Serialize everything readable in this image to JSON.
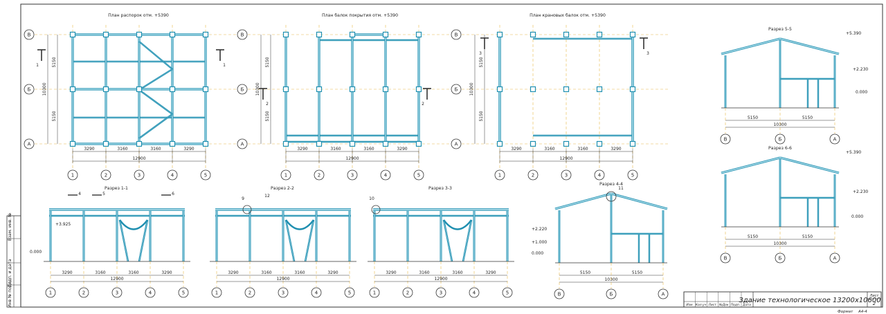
{
  "titles": {
    "plan1": "План распорок отм. +5390",
    "plan2": "План балок покрытия отм. +5390",
    "plan3": "План крановых балок отм. +5390",
    "sec11": "Разрез 1-1",
    "sec22": "Разрез 2-2",
    "sec33": "Разрез 3-3",
    "sec44": "Разрез 4-4",
    "sec55": "Разрез 5-5",
    "sec66": "Разрез 6-6"
  },
  "rows": [
    "В",
    "Б",
    "А"
  ],
  "cols": [
    "1",
    "2",
    "3",
    "4",
    "5"
  ],
  "dims": {
    "spans": [
      "3290",
      "3160",
      "3160",
      "3290"
    ],
    "total": "12900",
    "half": "5150",
    "width": "10300"
  },
  "levels": {
    "top": "+5.390",
    "crane": "+2.230",
    "zero": "0.000",
    "s1": "+3.925",
    "s4a": "+2.220",
    "s4b": "+1.000",
    "s4c": "0.000"
  },
  "callouts": [
    "1",
    "2",
    "3",
    "4",
    "5",
    "6",
    "9",
    "10",
    "11",
    "12"
  ],
  "stamp": {
    "title": "Здание технологическое 13200х10600",
    "sheet_label": "Лист",
    "sheet": "2",
    "format_label": "Формат",
    "format": "А4-4",
    "cols": [
      "Изм",
      "Кол.уч",
      "Лист",
      "№Док",
      "Подп.",
      "Дата"
    ]
  },
  "side_labels": [
    "Инв № подл.",
    "Подп. и дата",
    "Взам. инв. №"
  ]
}
